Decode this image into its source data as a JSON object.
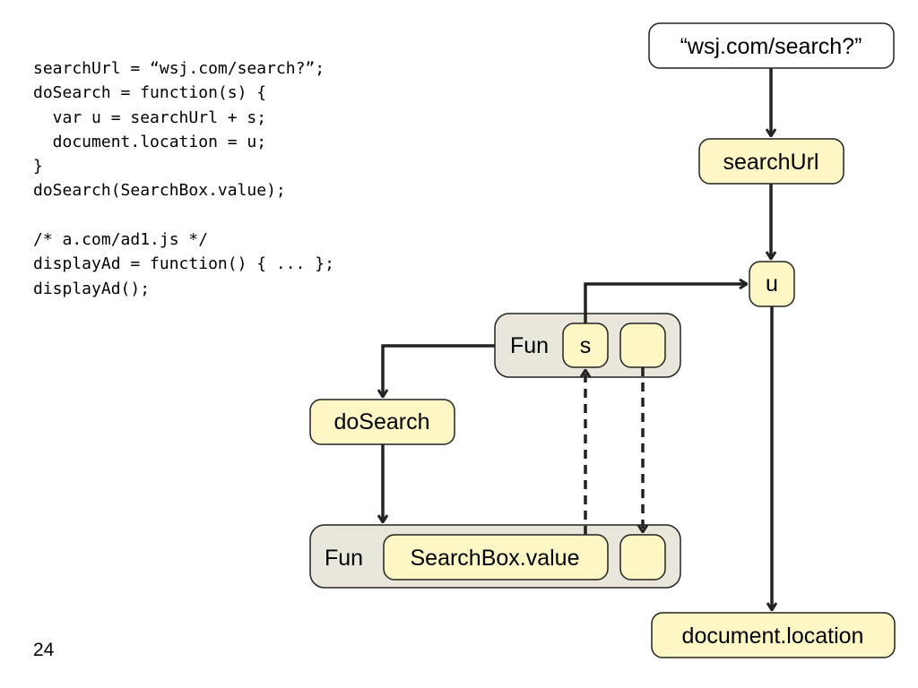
{
  "code": {
    "lines": [
      "searchUrl = “wsj.com/search?”;",
      "doSearch = function(s) {",
      "  var u = searchUrl + s;",
      "  document.location = u;",
      "}",
      "doSearch(SearchBox.value);",
      "",
      "/* a.com/ad1.js */",
      "displayAd = function() { ... };",
      "displayAd();"
    ]
  },
  "diagram": {
    "nodes": {
      "string_literal": "“wsj.com/search?”",
      "searchurl": "searchUrl",
      "u": "u",
      "fun_top_label": "Fun",
      "fun_top_param": "s",
      "fun_top_ret": "",
      "dosearch": "doSearch",
      "fun_bottom_label": "Fun",
      "fun_bottom_arg": "SearchBox.value",
      "fun_bottom_ret": "",
      "document_location": "document.location"
    }
  },
  "colors": {
    "node_fill": "#fcf7c4",
    "node_stroke": "#222222",
    "group_fill": "#e9e6dc",
    "plain_fill": "#ffffff",
    "edge": "#222222"
  },
  "page_number": "24"
}
